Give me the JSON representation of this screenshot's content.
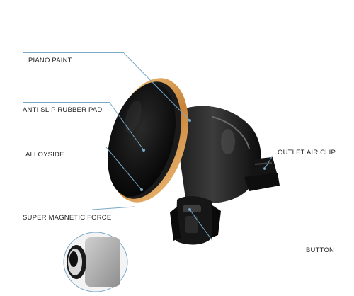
{
  "callouts": {
    "piano_paint": "PIANO PAINT",
    "anti_slip": "ANTI SLIP RUBBER PAD",
    "alloyside": "ALLOYSIDE",
    "super_magnetic": "SUPER MAGNETIC FORCE",
    "outlet_air_clip": "OUTLET AIR CLIP",
    "button": "BUTTON"
  },
  "colors": {
    "callout_line": "#7aa9c8",
    "gold_ring": "#d79b4c",
    "body_black": "#111111"
  }
}
